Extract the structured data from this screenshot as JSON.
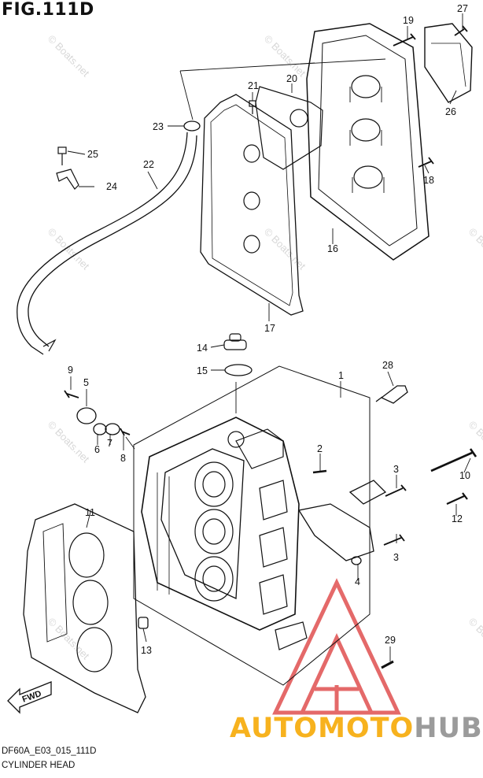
{
  "figure": {
    "title": "FIG.111D",
    "code": "DF60A_E03_015_111D",
    "caption": "CYLINDER HEAD"
  },
  "parts": [
    {
      "label": "1"
    },
    {
      "label": "2"
    },
    {
      "label": "3"
    },
    {
      "label": "3"
    },
    {
      "label": "4"
    },
    {
      "label": "5"
    },
    {
      "label": "6"
    },
    {
      "label": "7"
    },
    {
      "label": "8"
    },
    {
      "label": "9"
    },
    {
      "label": "10"
    },
    {
      "label": "11"
    },
    {
      "label": "12"
    },
    {
      "label": "13"
    },
    {
      "label": "14"
    },
    {
      "label": "15"
    },
    {
      "label": "16"
    },
    {
      "label": "17"
    },
    {
      "label": "18"
    },
    {
      "label": "19"
    },
    {
      "label": "20"
    },
    {
      "label": "21"
    },
    {
      "label": "22"
    },
    {
      "label": "23"
    },
    {
      "label": "24"
    },
    {
      "label": "25"
    },
    {
      "label": "26"
    },
    {
      "label": "27"
    },
    {
      "label": "28"
    },
    {
      "label": "29"
    }
  ],
  "direction_arrow": "FWD",
  "watermark": "© Boats.net",
  "brand": {
    "part1": "AUTO",
    "part2": "MOTO",
    "part3": "HUB",
    "color_primary": "#f7b21e",
    "color_secondary": "#9b9b9b",
    "logo_color": "#e03a3a"
  }
}
